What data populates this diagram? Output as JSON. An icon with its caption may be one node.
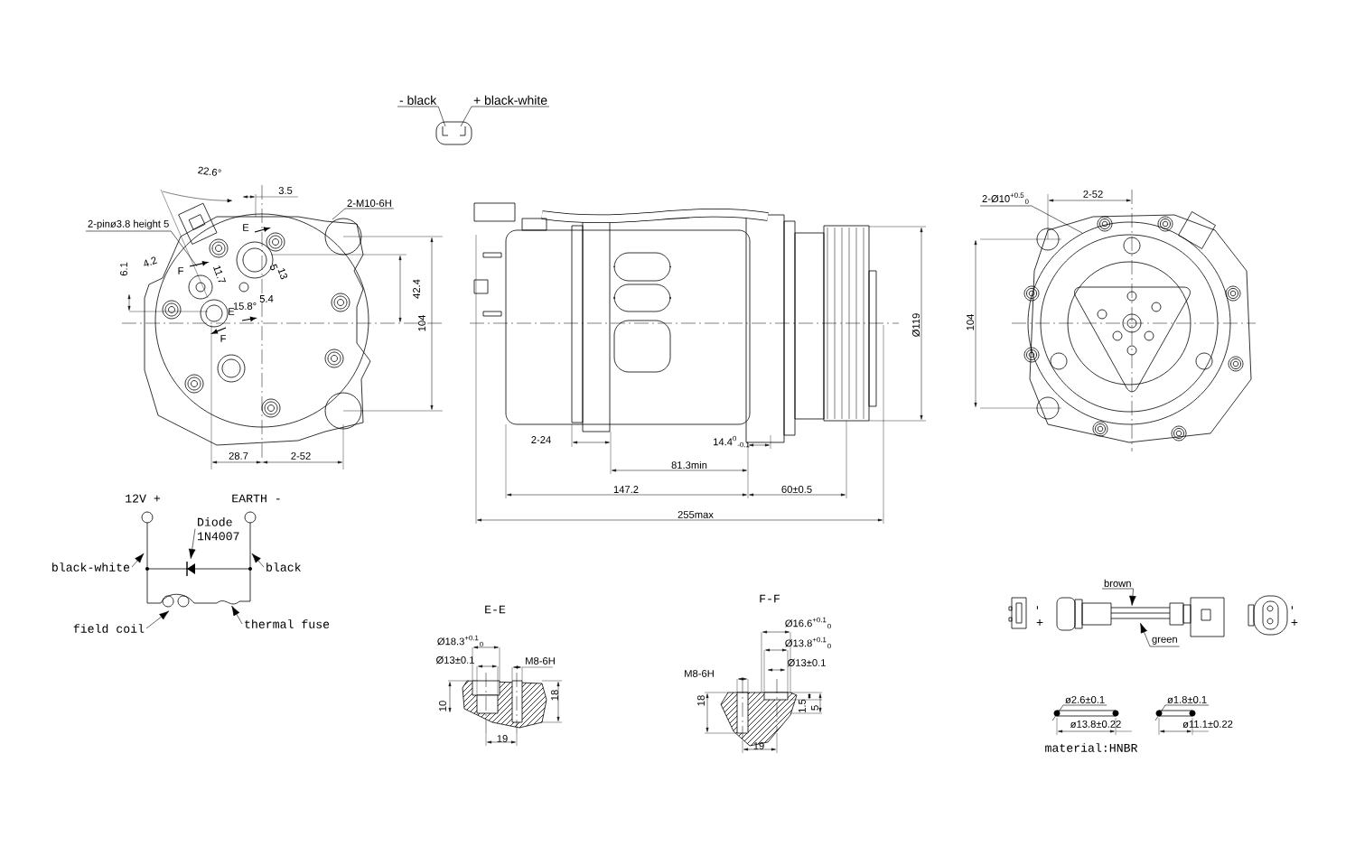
{
  "diagram": {
    "nodes": [
      {
        "text": [
          "2-pinø3.8 height 5"
        ]
      },
      {
        "text": [
          "2-M10-6H"
        ]
      },
      {
        "text": [
          "2-Ø10$^{+0.5}$$_{0}$"
        ]
      },
      {
        "text": [
          "Diode 1N4007"
        ]
      },
      {
        "text": [
          "black-white"
        ]
      },
      {
        "text": [
          "black"
        ]
      },
      {
        "text": [
          "field coil"
        ]
      },
      {
        "text": [
          "thermal fuse"
        ]
      },
      {
        "text": [
          "brown"
        ]
      },
      {
        "text": [
          "green"
        ]
      },
      {
        "text": [
          "ø2.6±0.1"
        ]
      },
      {
        "text": [
          "ø1.8±0.1"
        ]
      },
      {
        "text": [
          "- black"
        ]
      },
      {
        "text": [
          "+ black-white"
        ]
      }
    ],
    "edges": [
      {
        "from": 0,
        "to": null,
        "arrow": "none"
      },
      {
        "from": 1,
        "to": null,
        "arrow": "none"
      },
      {
        "from": 2,
        "to": null,
        "arrow": "none"
      },
      {
        "from": 3,
        "to": null,
        "arrow": "to"
      },
      {
        "from": 4,
        "to": null,
        "arrow": "to"
      },
      {
        "from": 5,
        "to": null,
        "arrow": "to"
      },
      {
        "from": 6,
        "to": null,
        "arrow": "to"
      },
      {
        "from": 7,
        "to": null,
        "arrow": "to"
      },
      {
        "from": 8,
        "to": null,
        "arrow": "to"
      },
      {
        "from": 9,
        "to": null,
        "arrow": "to"
      },
      {
        "from": 10,
        "to": null,
        "arrow": "none"
      },
      {
        "from": 11,
        "to": null,
        "arrow": "none"
      },
      {
        "from": 12,
        "to": null,
        "arrow": "none"
      },
      {
        "from": 13,
        "to": null,
        "arrow": "none"
      }
    ],
    "labels": [
      "22.6°",
      "3.5",
      "4.2",
      "6.1",
      "11.7",
      "5",
      "13",
      "5.4",
      "15.8°",
      "42.4",
      "104",
      "28.7",
      "2-52",
      "E",
      "E",
      "F",
      "F",
      "2-24",
      "14.4$^{0}$$_{-0.1}$",
      "81.3min",
      "147.2",
      "60±0.5",
      "255max",
      "Ø119",
      "2-52",
      "104",
      "12V +",
      "EARTH -",
      "E-E",
      "Ø18.3$^{+0.1}$$_{0}$",
      "Ø13±0.1",
      "M8-6H",
      "10",
      "18",
      "19",
      "F-F",
      "Ø16.6$^{+0.1}$$_{0}$",
      "Ø13.8$^{+0.1}$$_{0}$",
      "Ø13±0.1",
      "M8-6H",
      "18",
      "1.5",
      "5",
      "19",
      "-",
      "+",
      "-",
      "+",
      "ø13.8±0.22",
      "ø11.1±0.22",
      "material:HNBR"
    ]
  }
}
